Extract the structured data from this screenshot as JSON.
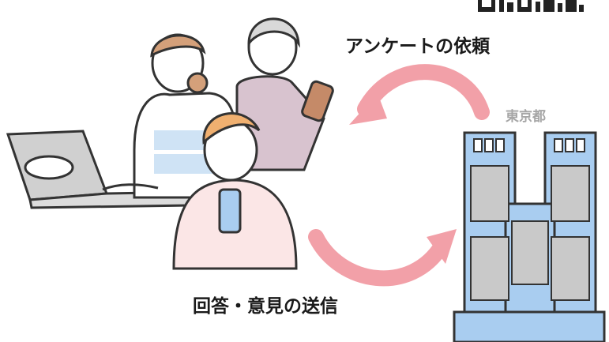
{
  "labels": {
    "request": "アンケートの依頼",
    "reply": "回答・意見の送信",
    "tokyo": "東京都"
  },
  "colors": {
    "arrow": "#f2a0a8",
    "outline": "#333333",
    "building_blue": "#a9cdf0",
    "building_gray": "#c9c9c9",
    "skin": "#ffffff",
    "hair_brown": "#d4a07a",
    "hair_orange": "#f0b070",
    "hair_gray": "#d9d9d9",
    "cardigan": "#d8c3cf",
    "shirt_blue": "#cfe3f5",
    "shirt_pink": "#fbe6e6",
    "phone": "#a9cdf0",
    "phone_dark": "#8a6a5a",
    "laptop": "#d0d0d0"
  },
  "icons": [
    "laptop-icon",
    "qr-code-icon",
    "tokyo-government-building-icon"
  ]
}
